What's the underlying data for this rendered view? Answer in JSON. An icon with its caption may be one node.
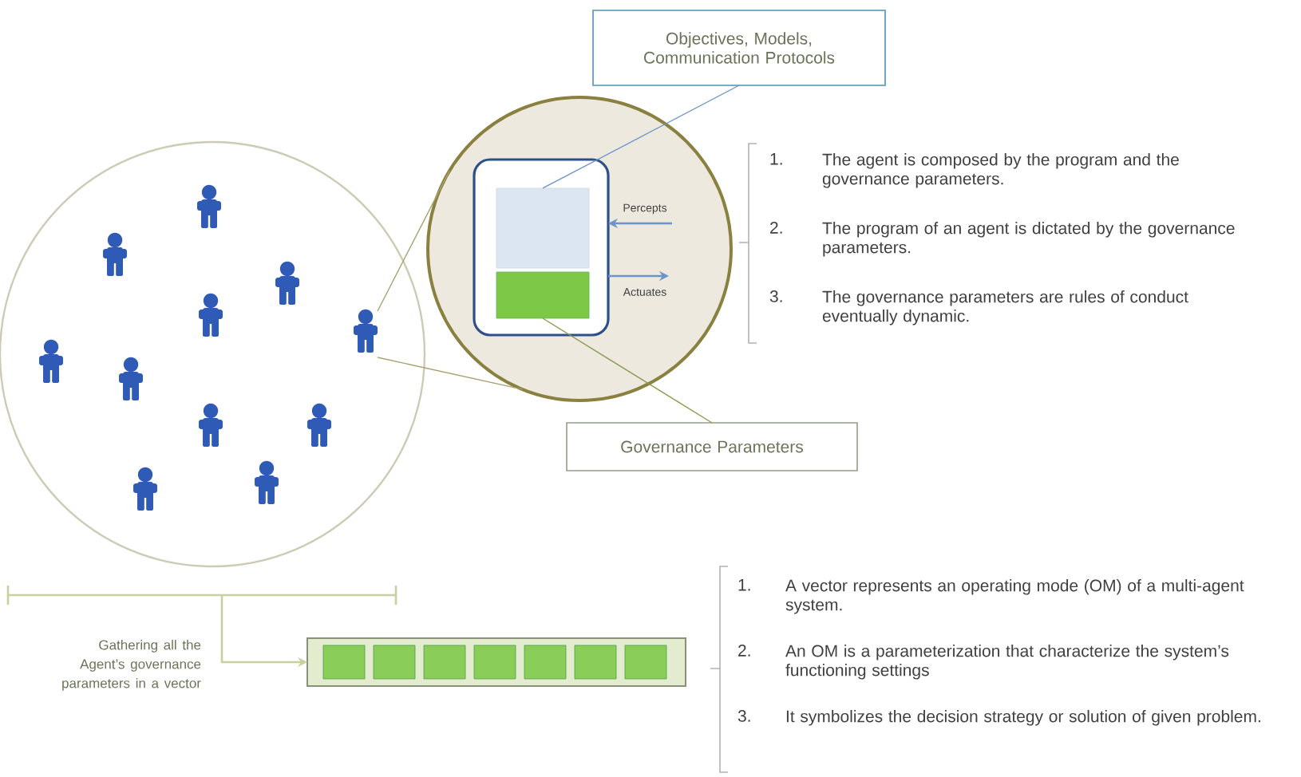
{
  "diagram": {
    "nodes": [
      {
        "text": [],
        "shape": "circle"
      },
      {
        "text": [],
        "shape": "person",
        "in": 0
      },
      {
        "text": [],
        "shape": "person",
        "in": 0
      },
      {
        "text": [],
        "shape": "person",
        "in": 0
      },
      {
        "text": [],
        "shape": "person",
        "in": 0
      },
      {
        "text": [],
        "shape": "person",
        "in": 0
      },
      {
        "text": [],
        "shape": "person",
        "in": 0
      },
      {
        "text": [],
        "shape": "person",
        "in": 0
      },
      {
        "text": [],
        "shape": "person",
        "in": 0
      },
      {
        "text": [],
        "shape": "person",
        "in": 0
      },
      {
        "text": [],
        "shape": "person",
        "in": 0
      },
      {
        "text": [],
        "shape": "person",
        "in": 0
      },
      {
        "text": [
          "Objectives, Models, Communication Protocols"
        ]
      },
      {
        "text": [],
        "shape": "circle"
      },
      {
        "text": [],
        "shape": "box",
        "in": 13
      },
      {
        "text": [],
        "shape": "box",
        "in": 14
      },
      {
        "text": [],
        "shape": "box",
        "in": 14
      },
      {
        "text": [
          "Governance Parameters"
        ]
      },
      {
        "text": [],
        "shape": "bar"
      }
    ],
    "edges": [
      {
        "from": 5,
        "to": 13,
        "arrow": "none",
        "color": "#a8a070"
      },
      {
        "from": 5,
        "to": 13,
        "arrow": "none",
        "color": "#a8a070"
      },
      {
        "from": 12,
        "to": 15,
        "arrow": "none"
      },
      {
        "from": 17,
        "to": 16,
        "arrow": "none",
        "color": "#8a9a50"
      },
      {
        "from": null,
        "to": 14,
        "arrow": "to",
        "label": "Percepts"
      },
      {
        "from": 14,
        "to": null,
        "arrow": "to",
        "label": "Actuates"
      },
      {
        "from": null,
        "to": 18,
        "arrow": "to",
        "color": "#c8d0a0"
      }
    ],
    "labels": [
      "1.",
      "The agent is composed by the program and the governance parameters.",
      "2.",
      "The program of an agent is dictated by the governance parameters.",
      "3.",
      "The governance parameters are rules of conduct eventually dynamic.",
      "Gathering all the Agent’s governance parameters in a vector",
      "1.",
      "A vector represents an operating mode (OM) of a multi-agent system.",
      "2.",
      "An OM is a parameterization that characterize the system’s functioning settings",
      "3.",
      "It symbolizes the decision strategy or solution of given problem."
    ]
  }
}
